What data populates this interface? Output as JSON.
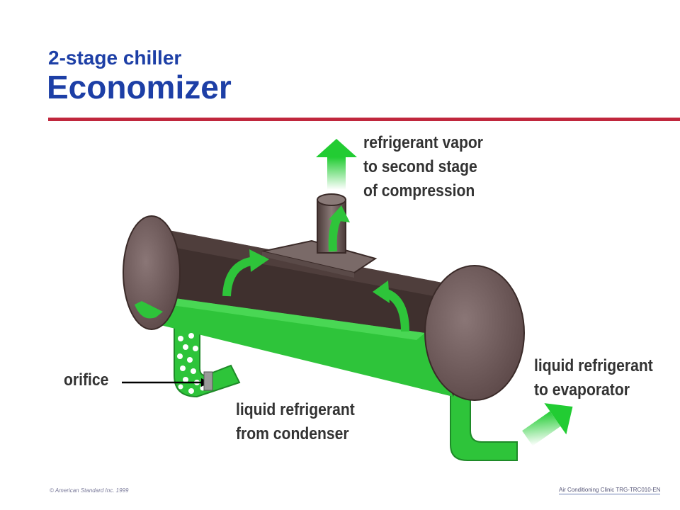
{
  "header": {
    "subtitle": "2-stage chiller",
    "title": "Economizer"
  },
  "labels": {
    "vapor_line1": "refrigerant vapor",
    "vapor_line2": "to second stage",
    "vapor_line3": "of compression",
    "evap_line1": "liquid refrigerant",
    "evap_line2": "to evaporator",
    "cond_line1": "liquid refrigerant",
    "cond_line2": "from condenser",
    "orifice": "orifice"
  },
  "footer": {
    "copyright": "© American Standard Inc. 1999",
    "course": "Air Conditioning Clinic TRG-TRC010-EN"
  },
  "colors": {
    "title": "#1d3fa6",
    "rule": "#c0273d",
    "liquid": "#33cc44",
    "shell": "#4a3a38",
    "endcap": "#7a6666"
  }
}
